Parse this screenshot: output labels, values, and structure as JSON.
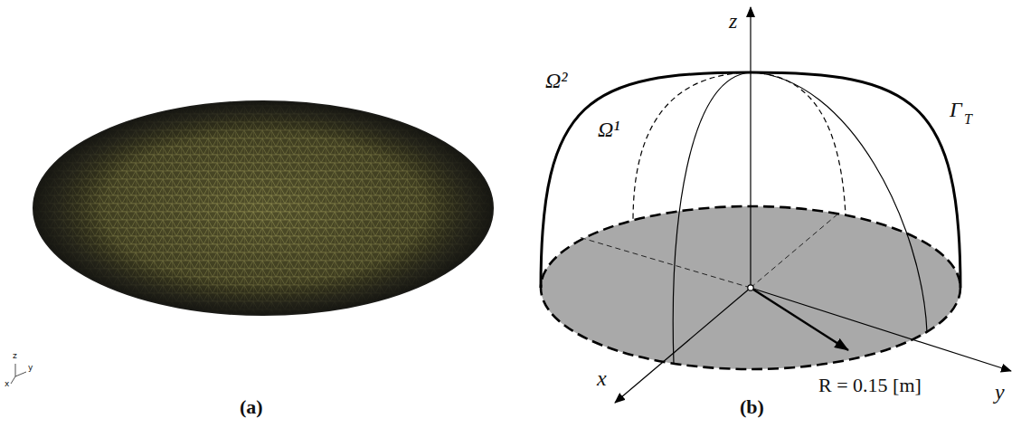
{
  "diagram": {
    "labels": [
      "(a)",
      "z",
      "y",
      "x",
      "z",
      "Ω²",
      "Ω¹",
      "Γ",
      "T",
      "x",
      "y",
      "R = 0.15 [m]",
      "(b)"
    ]
  }
}
